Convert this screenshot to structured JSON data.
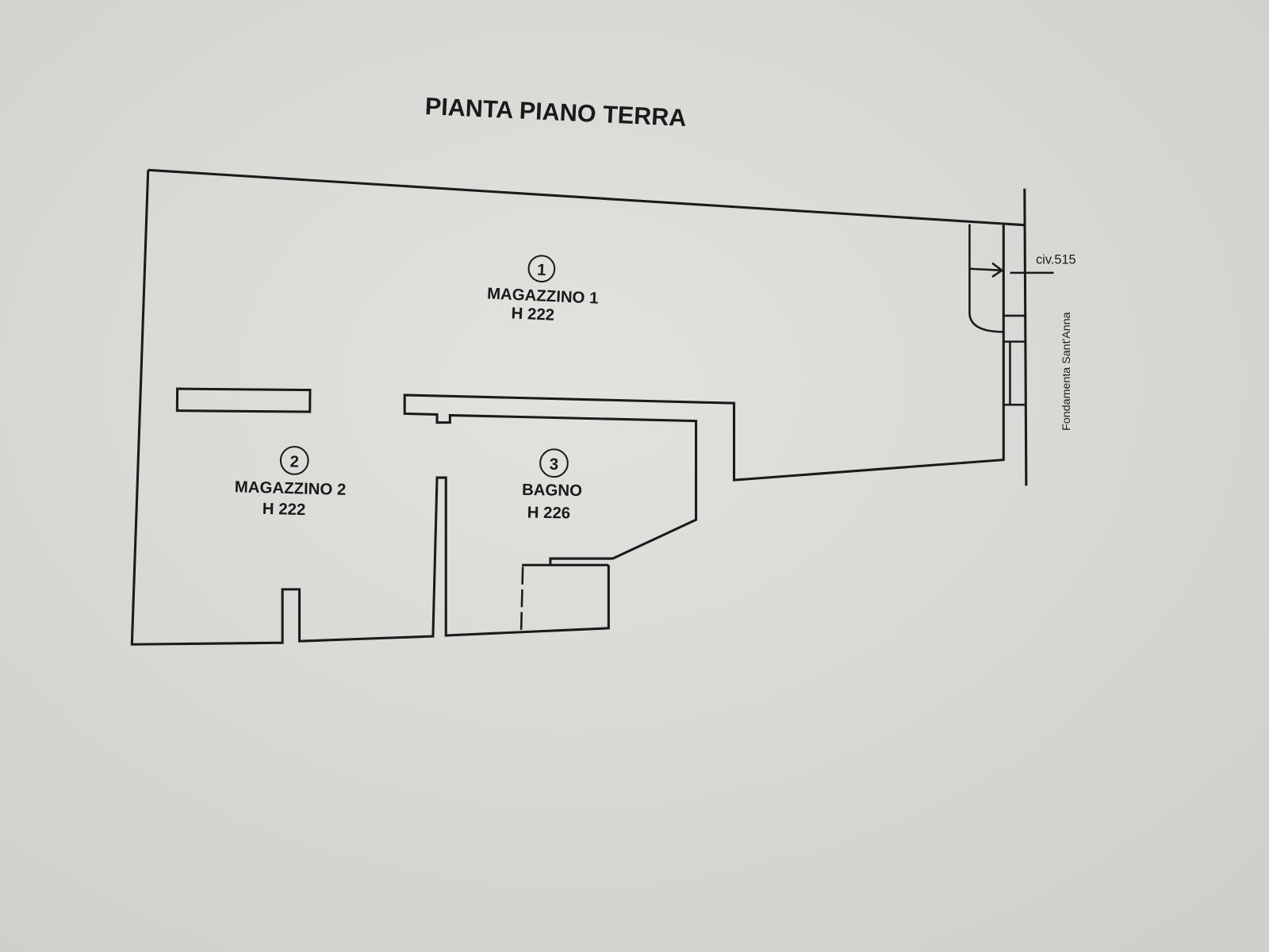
{
  "title": "PIANTA PIANO TERRA",
  "rooms": [
    {
      "number": "1",
      "name": "MAGAZZINO 1",
      "height": "H 222"
    },
    {
      "number": "2",
      "name": "MAGAZZINO 2",
      "height": "H 222"
    },
    {
      "number": "3",
      "name": "BAGNO",
      "height": "H 226"
    }
  ],
  "entrance": {
    "civic": "civ.515",
    "street": "Fondamenta Sant'Anna"
  },
  "colors": {
    "paper": "#d9d9d5",
    "ink": "#1a1a1a"
  }
}
